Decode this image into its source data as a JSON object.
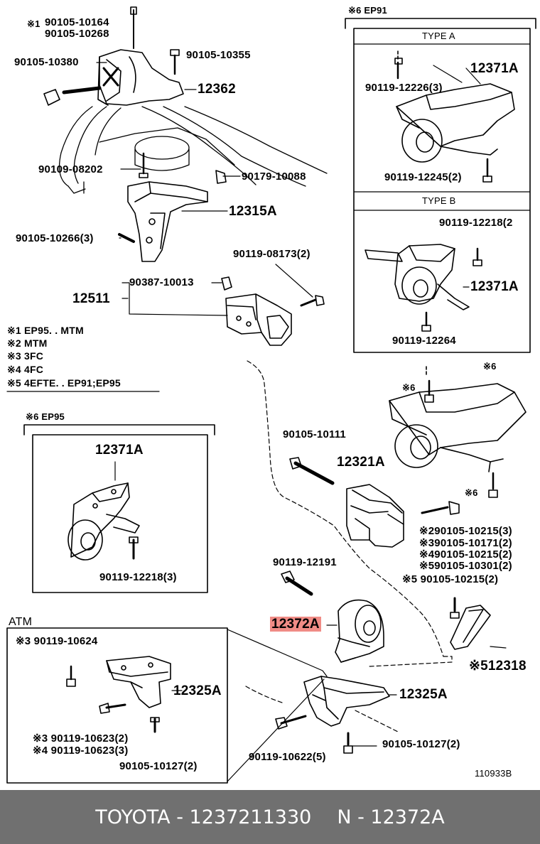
{
  "labels": {
    "top_left_note": "※1",
    "p_90105_10164": "90105-10164",
    "p_90105_10268": "90105-10268",
    "p_90105_10380": "90105-10380",
    "p_90105_10355": "90105-10355",
    "p_12362": "12362",
    "p_90109_08202": "90109-08202",
    "p_90179_10088": "90179-10088",
    "p_12315A": "12315A",
    "p_90105_10266": "90105-10266(3)",
    "p_90119_08173": "90119-08173(2)",
    "p_90387_10013": "90387-10013",
    "p_12511": "12511",
    "p_90105_10111": "90105-10111",
    "p_12321A": "12321A",
    "p_90119_12191": "90119-12191",
    "p_12372A": "12372A",
    "p_12325A_main": "12325A",
    "p_90105_10127_main": "90105-10127(2)",
    "p_90119_10622": "90119-10622(5)",
    "p_12318": "※512318",
    "p_x5_90105_10215": "※5 90105-10215(2)",
    "p_x2_90105_10215": "※290105-10215(3)",
    "p_x3_90105_10171": "※390105-10171(2)",
    "p_x4_90105_10215": "※490105-10215(2)",
    "p_x5_90105_10301": "※590105-10301(2)",
    "p_x6_top": "※6",
    "p_x6_bolt1": "※6",
    "p_x6_bolt2": "※6",
    "drawing_id": "110933B"
  },
  "legend": [
    "※1 EP95. . MTM",
    "※2 MTM",
    "※3 3FC",
    "※4 4FC",
    "※5 4EFTE. . EP91;EP95"
  ],
  "box_ep91": {
    "title": "※6 EP91",
    "type_a": "TYPE A",
    "type_b": "TYPE B",
    "a_part": "12371A",
    "a_bolt1": "90119-12226(3)",
    "a_bolt2": "90119-12245(2)",
    "b_bolt1": "90119-12218(2",
    "b_part": "12371A",
    "b_bolt2": "90119-12264"
  },
  "box_ep95": {
    "title": "※6 EP95",
    "part": "12371A",
    "bolt": "90119-12218(3)"
  },
  "box_atm": {
    "title": "ATM",
    "bolt1": "※3 90119-10624",
    "part": "12325A",
    "bolt2": "※3 90119-10623(2)",
    "bolt3": "※4 90119-10623(3)",
    "bolt4": "90105-10127(2)"
  },
  "footer": {
    "brand_part": "TOYOTA - 1237211330",
    "ref": "N - 12372A"
  },
  "colors": {
    "highlight": "#f08c86",
    "footer_bg": "#707070",
    "footer_text": "#ffffff"
  }
}
